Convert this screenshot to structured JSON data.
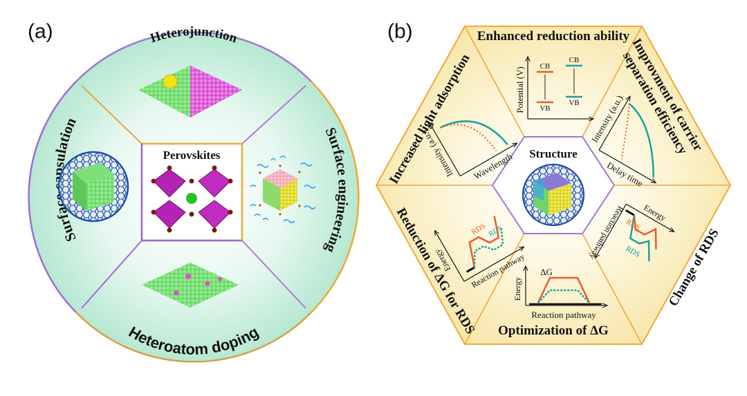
{
  "panel_a": {
    "label": "(a)",
    "top": "Heterojunction",
    "left": "Surface capsulation",
    "right": "Surface engineering",
    "bottom": "Heteroatom doping",
    "center": "Perovskites"
  },
  "panel_b": {
    "label": "(b)",
    "center": "Structure",
    "top": "Enhanced reduction ability",
    "top_left": "Increased light adsorption",
    "top_right_1": "Improvment of carrier",
    "top_right_2": "separation efficiency",
    "bottom_left": "Reduction of ΔG for RDS",
    "bottom": "Optimization of ΔG",
    "bottom_right": "Change of RDS",
    "potential": {
      "ylabel": "Potential (V)",
      "cb1": "CB",
      "vb1": "VB",
      "cb2": "CB",
      "vb2": "VB"
    },
    "absorption": {
      "ylabel": "Intensity (a.u.)",
      "xlabel": "Wavelength"
    },
    "decay": {
      "ylabel": "Intensity (a.u.)",
      "xlabel": "Delay time"
    },
    "rds_change": {
      "ylabel": "Energy",
      "xlabel": "Reaction pathway",
      "rds1": "RDS",
      "rds2": "RDS"
    },
    "rds_reduction": {
      "ylabel": "Energy",
      "xlabel": "Reaction pathway",
      "rds1": "RDS",
      "rds2": "RDS"
    },
    "dg_opt": {
      "ylabel": "Energy",
      "xlabel": "Reaction pathway",
      "dg": "ΔG"
    }
  },
  "colors": {
    "orange": "#ef5a28",
    "teal": "#1aa39a",
    "green": "#7fe07a",
    "magenta": "#e04fd1",
    "purple": "#a020c0",
    "gold": "#f0b030",
    "violet": "#8a6cc0",
    "hex_border": "#f2a838"
  }
}
